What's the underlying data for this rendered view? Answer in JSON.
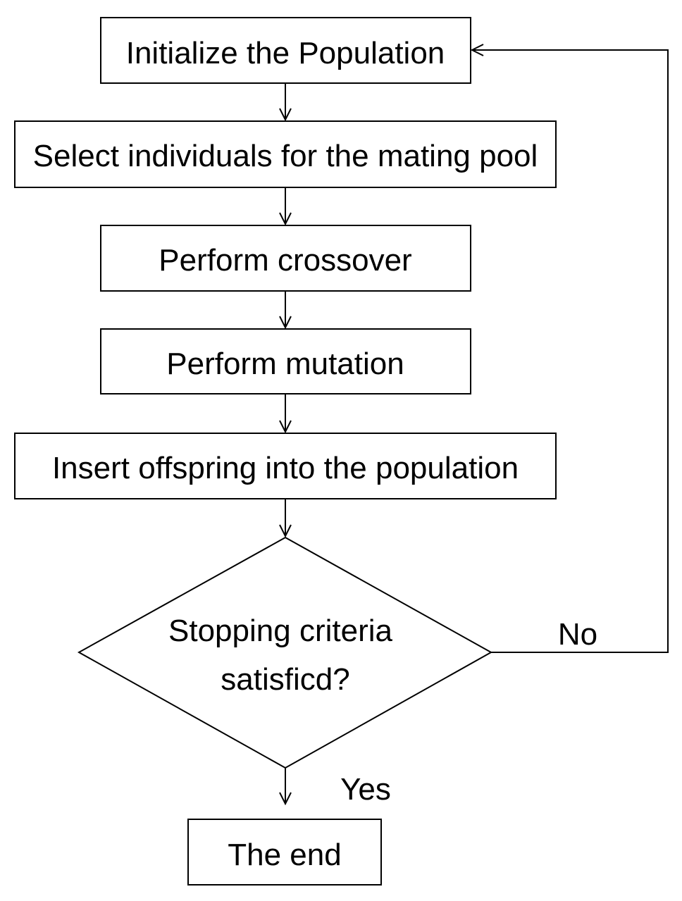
{
  "nodes": {
    "init": "Initialize the Population",
    "select": "Select individuals for the mating pool",
    "crossover": "Perform crossover",
    "mutation": "Perform mutation",
    "insert": "Insert offspring into the population",
    "decision_line1": "Stopping criteria",
    "decision_line2": "satisficd?",
    "end": "The end"
  },
  "edges": {
    "no_label": "No",
    "yes_label": "Yes"
  }
}
